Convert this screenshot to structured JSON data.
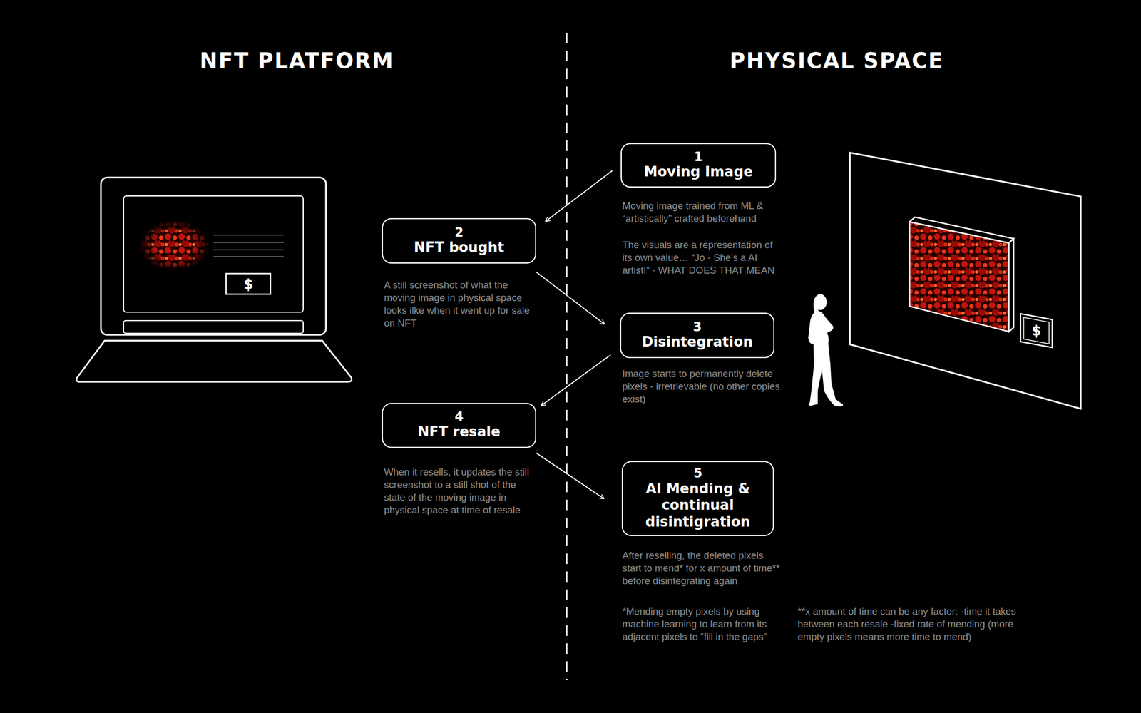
{
  "diagram": {
    "nodes": [
      {
        "text": [
          "1",
          "Moving Image"
        ]
      },
      {
        "text": [
          "2",
          "NFT bought"
        ]
      },
      {
        "text": [
          "3",
          "Disintegration"
        ]
      },
      {
        "text": [
          "4",
          "NFT resale"
        ]
      },
      {
        "text": [
          "5",
          "AI Mending & continual disintigration"
        ]
      }
    ],
    "edges": [
      {
        "from": 0,
        "to": 1,
        "arrow": "to"
      },
      {
        "from": 1,
        "to": 2,
        "arrow": "to"
      },
      {
        "from": 2,
        "to": 3,
        "arrow": "to"
      },
      {
        "from": 3,
        "to": 4,
        "arrow": "to"
      }
    ],
    "labels": [
      "NFT PLATFORM",
      "PHYSICAL SPACE",
      "$",
      "$",
      "Moving image trained from ML & “artistically” crafted beforehand",
      "The visuals are a representation of its own value… “Jo - She’s a AI artist!” - WHAT DOES THAT MEAN",
      "A still screenshot of what the moving image in physical space looks ilke when it went up for sale on NFT",
      "Image starts to permanently delete pixels - irretrievable (no other copies exist)",
      "When it resells, it updates the still screenshot to a still shot of the state of the moving image in physical space at time of resale",
      "After reselling, the deleted pixels start to mend* for x amount of time** before disintegrating again",
      "*Mending empty pixels by using machine learning to learn from its adjacent pixels to “fill in the gaps”",
      "**x amount of time can be any factor: -time it takes between each resale -fixed rate of mending (more empty pixels means more time to mend)"
    ]
  }
}
